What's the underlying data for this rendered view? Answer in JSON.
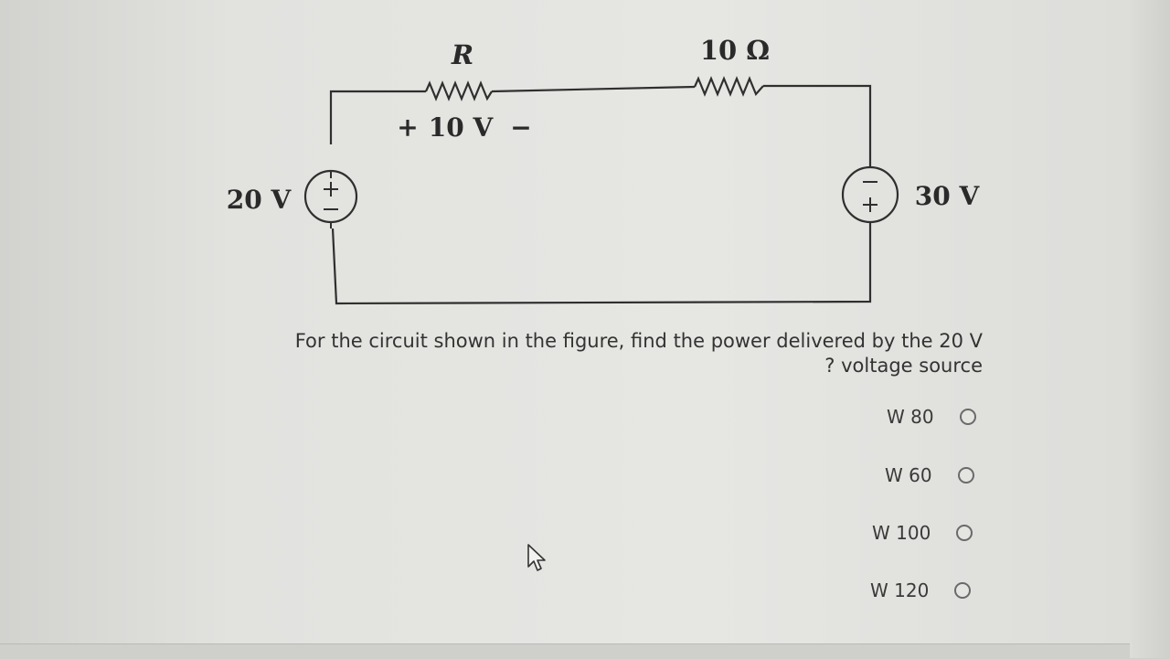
{
  "circuit": {
    "resistor_r_label": "R",
    "resistor_10_label": "10 Ω",
    "r_voltage_plus": "+",
    "r_voltage_value": "10 V",
    "r_voltage_minus": "−",
    "source_left_label": "20 V",
    "source_right_label": "30 V"
  },
  "question": {
    "line1": "For the circuit shown in the figure, find the power delivered by the 20 V",
    "line2": "? voltage source"
  },
  "options": [
    {
      "label": "W 80"
    },
    {
      "label": "W 60"
    },
    {
      "label": "W 100"
    },
    {
      "label": "W 120"
    }
  ],
  "icons": {
    "cursor": "mouse-pointer-icon",
    "radio": "radio-circle-icon"
  }
}
